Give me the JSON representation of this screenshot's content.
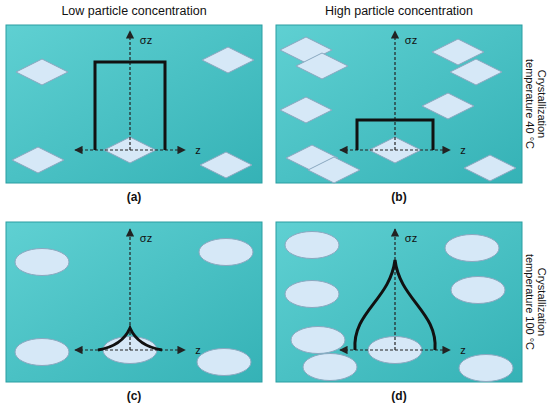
{
  "diagram": {
    "labels": [
      "Low particle concentration",
      "High particle concentration",
      "Crystallization temperature 40 °C",
      "Crystallization temperature 100 °C",
      "(a)",
      "(b)",
      "(c)",
      "(d)",
      "σz",
      "z",
      "σz",
      "z",
      "σz",
      "z",
      "σz",
      "z"
    ]
  }
}
